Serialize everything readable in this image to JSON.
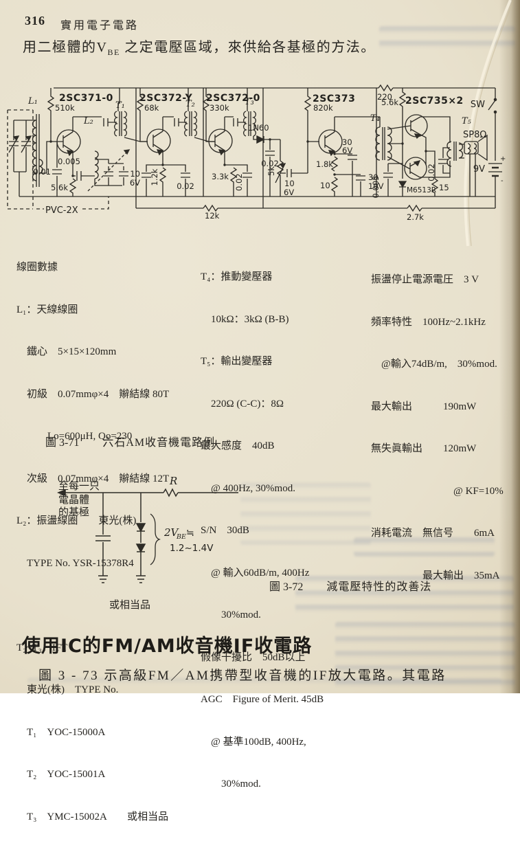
{
  "header": {
    "page_number": "316",
    "book_title": "實用電子電路"
  },
  "intro": {
    "pre": "用二極體的V",
    "sub": "BE",
    "post": " 之定電壓區域，來供給各基極的方法。"
  },
  "figure_371": {
    "caption_label": "圖 3-71",
    "caption_text": "六石AM收音機電路例",
    "labels": {
      "q1": "2SC371-0",
      "q2": "2SC372-Y",
      "q3": "2SC372-0",
      "q4": "2SC373",
      "q5": "2SC735×2",
      "l1": "L₁",
      "l2": "L₂",
      "t1": "T₁",
      "t2": "T₂",
      "t3": "T₃",
      "t4": "T₄",
      "t5": "T₅",
      "r510k": "510k",
      "c001": "0.01",
      "c0005": "0.005",
      "r56k_1": "5.6k",
      "pvc": "PVC-2X",
      "r68k": "68k",
      "c10_a": "10",
      "c6v_a": "6V",
      "r12k_v": "1.2k",
      "c002_a": "0.02",
      "r330k": "330k",
      "r33k": "3.3k",
      "c002_b": "0.02",
      "d1n60": "1N60",
      "c002_d": "0.02",
      "pot5k": "5k",
      "c10_b": "10",
      "c6v_b": "6V",
      "r820k": "820k",
      "c30_a": "30",
      "c6v_c": "6V",
      "r18k": "1.8k",
      "r10": "10",
      "c30_b": "30",
      "c10v": "10V",
      "r220": "220",
      "r56k_2": "5.6k",
      "d_out": "M6513R",
      "r15": "15",
      "c002_e": "0.02",
      "c0005_b": "0.005",
      "sw": "SW",
      "sp": "SP8Ω",
      "batt": "9V",
      "plus": "+",
      "minus": "-",
      "r12k": "12k",
      "r27k": "2.7k"
    }
  },
  "specs": {
    "left": [
      "線圈數據",
      "L₁：天線線圈",
      "　鐵心　5×15×120mm",
      "　初級　0.07mmφ×4　辮結線 80T",
      "　　　Lo=600μH, Qo=230",
      "　次級　0.07mmφ×4　辮結線 12T",
      "L₂：振盪線圈　　東光(株)",
      "　TYPE No. YSR-15378R4",
      "　　　　　　　　　或相当品",
      "T₂~T₃：IFT",
      "　東光(株)　TYPE No.",
      "　T₁　YOC-15000A",
      "　T₂　YOC-15001A",
      "　T₃　YMC-15002A　　或相当品"
    ],
    "middle": [
      "T₄：推動變壓器",
      "　10kΩ：3kΩ (B-B)",
      "T₅：輸出變壓器",
      "　220Ω (C-C)：8Ω",
      "最大感度　40dB",
      "　@ 400Hz, 30%mod.",
      "S/N　30dB",
      "　@ 輸入60dB/m, 400Hz",
      "　　30%mod.",
      "假像干擾比　50dB以上",
      "AGC　Figure of Merit. 45dB",
      "　@ 基準100dB, 400Hz,",
      "　　30%mod."
    ],
    "right": [
      "振盪停止電源電圧　3 V",
      "頻率特性　100Hz~2.1kHz",
      "　@輸入74dB/m,　30%mod.",
      "最大輸出　　　190mW",
      "無失眞輸出　　120mW",
      "　　　　　　　　@ KF=10%",
      "消耗電流　無信号　　6mA",
      "　　　　　最大輸出　35mA"
    ]
  },
  "figure_372": {
    "caption_label": "圖 3-72",
    "caption_text": "減電壓特性的改善法",
    "labels": {
      "dest1": "至每一只",
      "dest2": "電晶體",
      "dest3": "的基極",
      "r": "R",
      "vbe_pre": "2V",
      "vbe_sub": "BE",
      "vbe_eq": "≒",
      "vbe_val": "1.2~1.4V"
    }
  },
  "section": {
    "heading": "使用IC的FM/AM收音機IF收電路",
    "body": "圖 3 - 73 示高級FM／AM携帶型收音機的IF放大電路。其電路"
  }
}
